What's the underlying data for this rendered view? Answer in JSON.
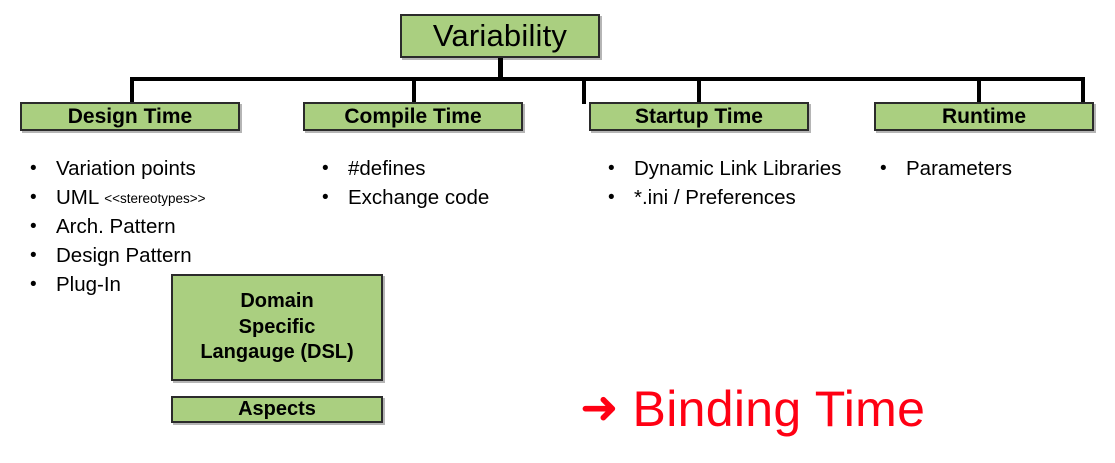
{
  "diagram": {
    "root": {
      "label": "Variability"
    },
    "colors": {
      "box_fill": "#AACF80",
      "box_border": "#2B2B2B",
      "callout_red": "#FF0013",
      "line": "#000000",
      "text": "#000000"
    },
    "categories": [
      {
        "id": "design-time",
        "label": "Design Time",
        "items": [
          {
            "text": "Variation points",
            "note": ""
          },
          {
            "text": "UML ",
            "note": "<<stereotypes>>"
          },
          {
            "text": "Arch. Pattern",
            "note": ""
          },
          {
            "text": "Design Pattern",
            "note": ""
          },
          {
            "text": "Plug-In",
            "note": ""
          }
        ]
      },
      {
        "id": "compile-time",
        "label": "Compile Time",
        "items": [
          {
            "text": "#defines",
            "note": ""
          },
          {
            "text": "Exchange code",
            "note": ""
          }
        ]
      },
      {
        "id": "startup-time",
        "label": "Startup Time",
        "items": [
          {
            "text": "Dynamic Link Libraries",
            "note": ""
          },
          {
            "text": "*.ini / Preferences",
            "note": ""
          }
        ]
      },
      {
        "id": "runtime",
        "label": "Runtime",
        "items": [
          {
            "text": "Parameters",
            "note": ""
          }
        ]
      }
    ],
    "notes": [
      {
        "id": "dsl",
        "label": "Domain\nSpecific\nLangauge (DSL)"
      },
      {
        "id": "aspects",
        "label": "Aspects"
      }
    ],
    "callout": {
      "arrow_icon": "arrow-right-icon",
      "arrow_glyph": "➜",
      "label": "Binding Time"
    }
  }
}
